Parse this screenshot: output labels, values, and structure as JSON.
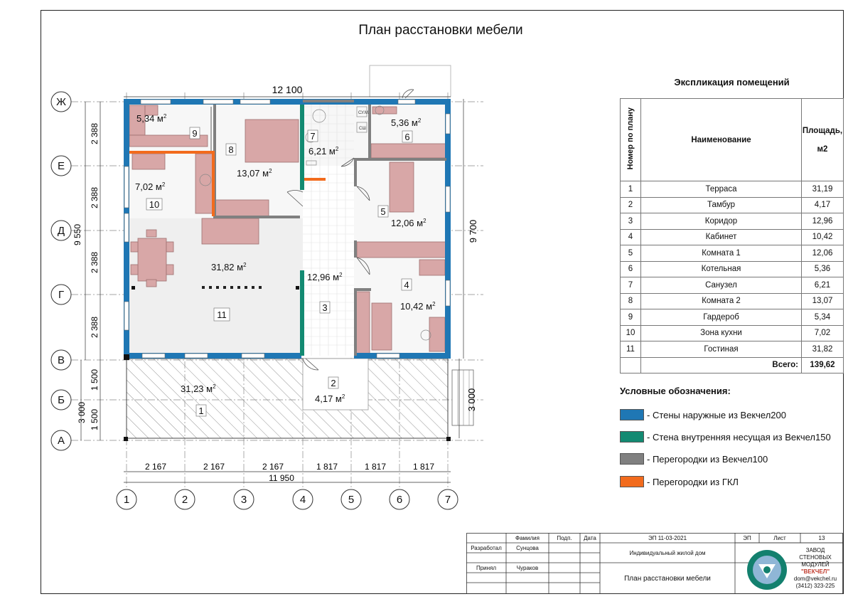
{
  "title": "План расстановки мебели",
  "axes": {
    "rows": [
      "Ж",
      "Е",
      "Д",
      "Г",
      "В",
      "Б",
      "А"
    ],
    "cols": [
      "1",
      "2",
      "3",
      "4",
      "5",
      "6",
      "7"
    ]
  },
  "dims": {
    "top": "12 100",
    "right": "9 700",
    "left_total": "9 550",
    "left_terrace": "3 000",
    "left_segments": [
      "2 388",
      "2 388",
      "2 388",
      "2 388",
      "1 500",
      "1 500"
    ],
    "bottom_segments": [
      "2 167",
      "2 167",
      "2 167",
      "1 817",
      "1 817",
      "1 817"
    ],
    "bottom_total": "11 950",
    "porch": "3 000"
  },
  "rooms": [
    {
      "num": "9",
      "area": "5,34 м"
    },
    {
      "num": "8",
      "area": "13,07 м"
    },
    {
      "num": "7",
      "area": "6,21 м"
    },
    {
      "num": "6",
      "area": "5,36 м"
    },
    {
      "num": "10",
      "area": "7,02 м"
    },
    {
      "num": "5",
      "area": "12,06 м"
    },
    {
      "num": "11",
      "area": "31,82 м"
    },
    {
      "num": "3",
      "area": "12,96 м"
    },
    {
      "num": "4",
      "area": "10,42 м"
    },
    {
      "num": "1",
      "area": "31,23 м"
    },
    {
      "num": "2",
      "area": "4,17 м"
    }
  ],
  "sup": "2",
  "small_labels": [
    "СУ.М.",
    "СШ"
  ],
  "explication": {
    "title": "Экспликация помещений",
    "headers": [
      "Номер по плану",
      "Наименование",
      "Площадь,",
      "м2"
    ],
    "rows": [
      [
        "1",
        "Терраса",
        "31,19"
      ],
      [
        "2",
        "Тамбур",
        "4,17"
      ],
      [
        "3",
        "Коридор",
        "12,96"
      ],
      [
        "4",
        "Кабинет",
        "10,42"
      ],
      [
        "5",
        "Комната 1",
        "12,06"
      ],
      [
        "6",
        "Котельная",
        "5,36"
      ],
      [
        "7",
        "Санузел",
        "6,21"
      ],
      [
        "8",
        "Комната 2",
        "13,07"
      ],
      [
        "9",
        "Гардероб",
        "5,34"
      ],
      [
        "10",
        "Зона кухни",
        "7,02"
      ],
      [
        "11",
        "Гостиная",
        "31,82"
      ]
    ],
    "total_label": "Всего:",
    "total_value": "139,62"
  },
  "legend": {
    "title": "Условные обозначения:",
    "items": [
      {
        "label": "- Стены наружные из Векчел200",
        "color": "#1f77b4"
      },
      {
        "label": "- Стена внутренняя несущая из Векчел150",
        "color": "#138a72"
      },
      {
        "label": "- Перегородки из Векчел100",
        "color": "#808080"
      },
      {
        "label": "- Перегородки из ГКЛ",
        "color": "#f26b1d"
      }
    ]
  },
  "stamp": {
    "h_surname": "Фамилия",
    "h_sign": "Подп.",
    "h_date": "Дата",
    "code": "ЭП 11-03-2021",
    "stage_label": "ЭП",
    "sheet_label": "Лист",
    "sheet_no": "13",
    "role1": "Разработал",
    "name1": "Сунцова",
    "role2": "Принял",
    "name2": "Чураков",
    "project": "Индивидуальный жилой дом",
    "sheet_title": "План расстановки мебели",
    "company_1": "ЗАВОД",
    "company_2": "СТЕНОВЫХ",
    "company_3": "МОДУЛЕЙ",
    "brand": "\"ВЕКЧЕЛ\"",
    "email": "dom@vekchel.ru",
    "phone": "(3412) 323-225"
  }
}
